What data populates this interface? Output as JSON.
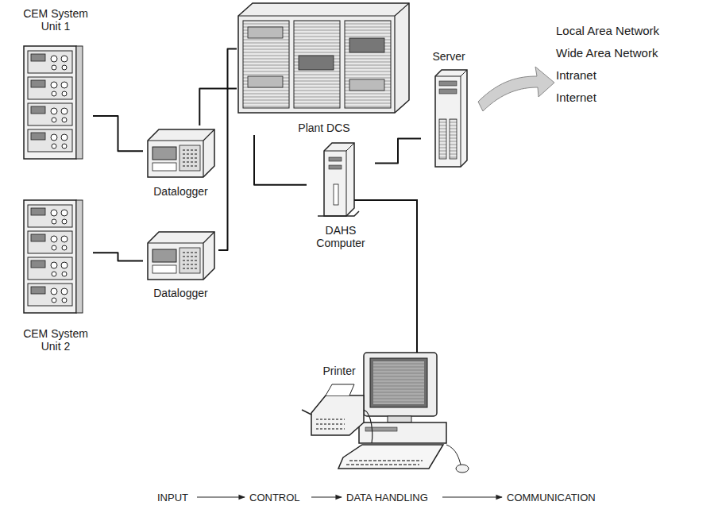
{
  "diagram": {
    "nodes": [
      {
        "text": [
          "CEM System Unit 1"
        ]
      },
      {
        "text": [
          "Plant DCS"
        ]
      },
      {
        "text": [
          "Datalogger"
        ]
      },
      {
        "text": [
          "DAHS Computer"
        ]
      },
      {
        "text": [
          "Server"
        ]
      },
      {
        "text": [
          "Datalogger"
        ]
      },
      {
        "text": [
          "CEM System Unit 2"
        ]
      },
      {
        "text": [
          "Printer"
        ]
      }
    ],
    "edges": [
      {
        "from": 0,
        "to": 2,
        "arrow": "none"
      },
      {
        "from": 2,
        "to": 1,
        "arrow": "none"
      },
      {
        "from": 5,
        "to": 1,
        "arrow": "none"
      },
      {
        "from": 1,
        "to": 3,
        "arrow": "none"
      },
      {
        "from": 3,
        "to": 4,
        "arrow": "none"
      },
      {
        "from": 6,
        "to": 5,
        "arrow": "none"
      }
    ],
    "labels": [
      "Local Area Network",
      "Wide Area Network",
      "Intranet",
      "Internet",
      "INPUT",
      "CONTROL",
      "DATA HANDLING",
      "COMMUNICATION"
    ]
  }
}
